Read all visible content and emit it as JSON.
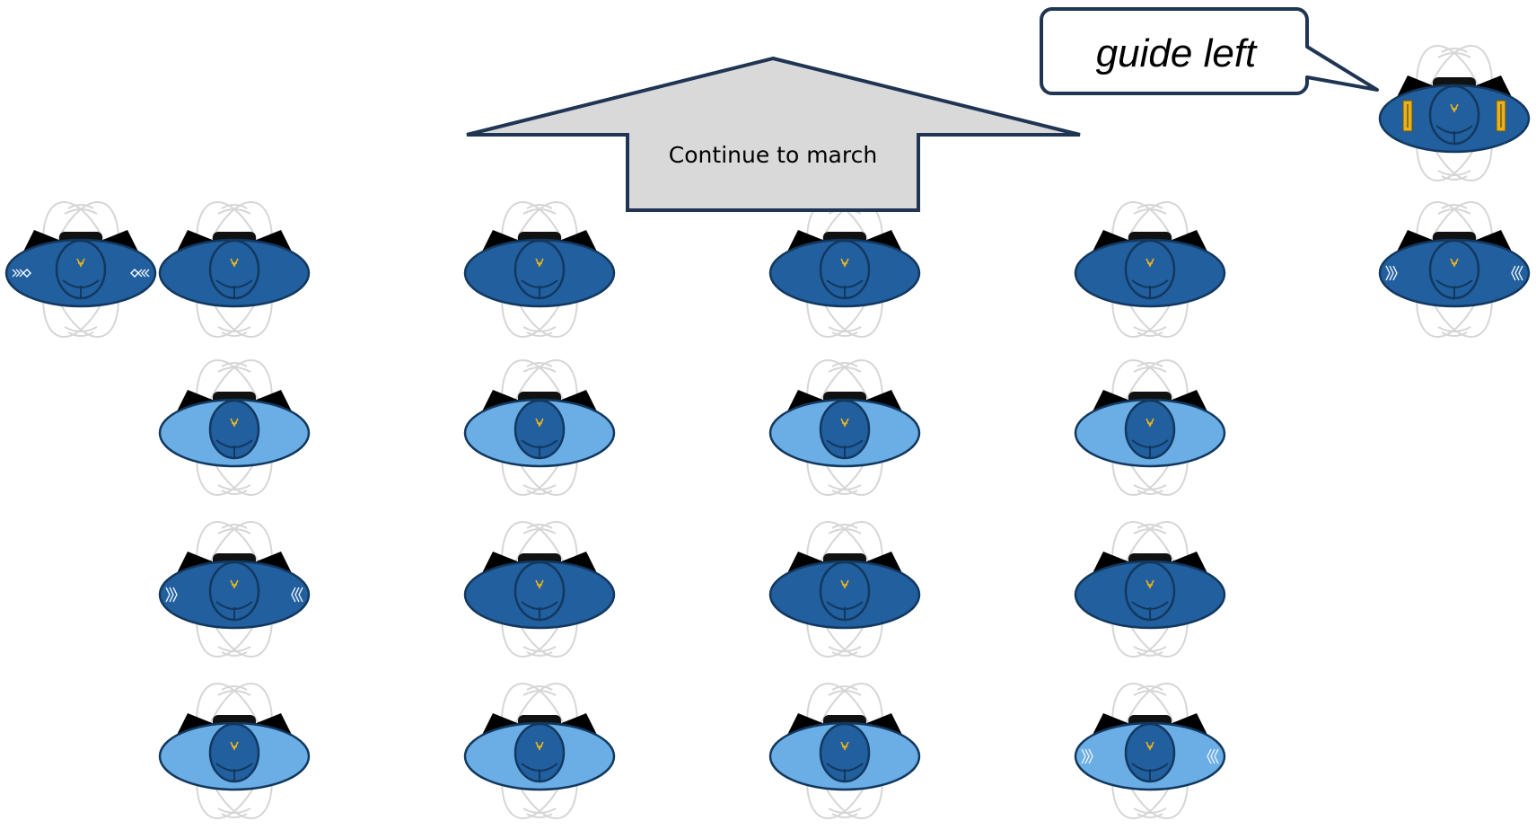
{
  "arrow": {
    "label": "Continue to march"
  },
  "callout": {
    "label": "guide left"
  },
  "colors": {
    "dark_uniform": "#225f9e",
    "light_uniform": "#6aaee5",
    "outline": "#12385f",
    "chevron_gold": "#e8b21e",
    "arrow_fill": "#d9d9d9",
    "arrow_stroke": "#1f3553"
  },
  "formation": {
    "guide": {
      "shade": "dark",
      "insignia": "shoulder-cords",
      "role": "guide"
    },
    "front_rank": [
      {
        "shade": "dark",
        "marks": "diamonds",
        "ghost": true
      },
      {
        "shade": "dark",
        "marks": "none",
        "ghost": true
      },
      {
        "shade": "dark",
        "marks": "none",
        "ghost": true
      },
      {
        "shade": "dark",
        "marks": "none",
        "ghost": true
      },
      {
        "shade": "dark",
        "marks": "none",
        "ghost": true
      },
      {
        "shade": "dark",
        "marks": "chevrons",
        "ghost": true
      }
    ],
    "ranks": [
      [
        "light",
        "light",
        "light",
        "light"
      ],
      [
        "dark",
        "dark",
        "dark",
        "dark"
      ],
      [
        "light",
        "light",
        "light",
        "light"
      ]
    ]
  }
}
